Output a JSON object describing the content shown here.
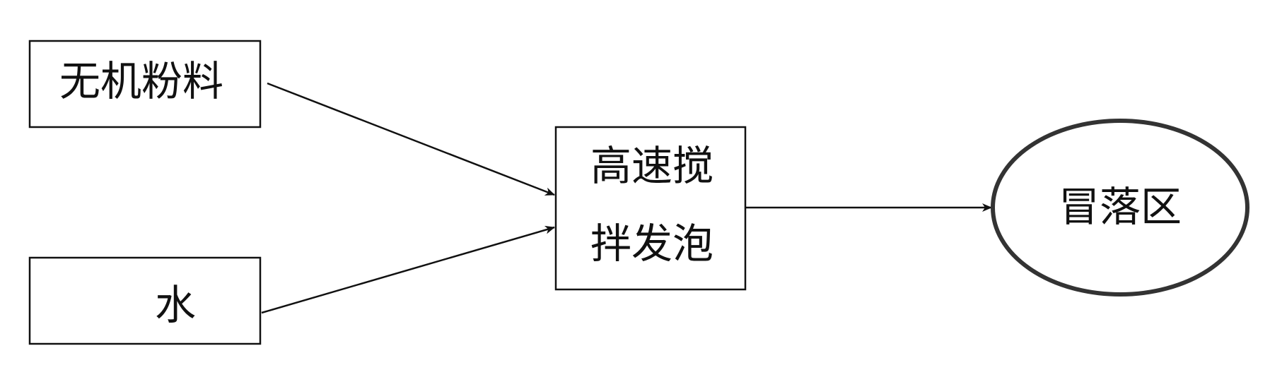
{
  "nodes": {
    "inorganic_powder": {
      "label": "无机粉料"
    },
    "water": {
      "label": "水"
    },
    "high_speed_foaming": {
      "label_line1": "高速搅",
      "label_line2": "拌发泡"
    },
    "overflow_zone": {
      "label": "冒落区"
    }
  },
  "edges": [
    {
      "from": "inorganic_powder",
      "to": "high_speed_foaming"
    },
    {
      "from": "water",
      "to": "high_speed_foaming"
    },
    {
      "from": "high_speed_foaming",
      "to": "overflow_zone"
    }
  ],
  "colors": {
    "stroke": "#111111",
    "ellipse_stroke": "#333333",
    "background": "#ffffff"
  }
}
